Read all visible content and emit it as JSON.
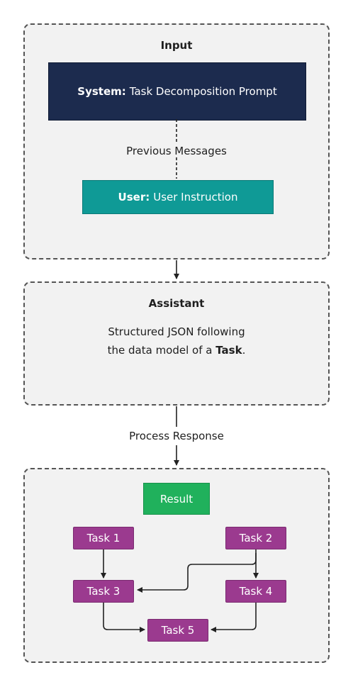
{
  "input": {
    "title": "Input",
    "system_prefix": "System:",
    "system_text": "Task Decomposition Prompt",
    "previous_messages": "Previous Messages",
    "user_prefix": "User:",
    "user_text": "User Instruction"
  },
  "assistant": {
    "title": "Assistant",
    "line1": "Structured JSON following",
    "line2_prefix": "the data model of a",
    "line2_bold": "Task",
    "line2_suffix": "."
  },
  "process_response": "Process Response",
  "result": {
    "label": "Result",
    "tasks": [
      "Task 1",
      "Task 2",
      "Task 3",
      "Task 4",
      "Task 5"
    ]
  },
  "colors": {
    "system_box": "#1c2b4e",
    "user_box": "#0f9a96",
    "result_box": "#20b15c",
    "task_box": "#9b3a8f",
    "panel_bg": "#f2f2f2"
  }
}
